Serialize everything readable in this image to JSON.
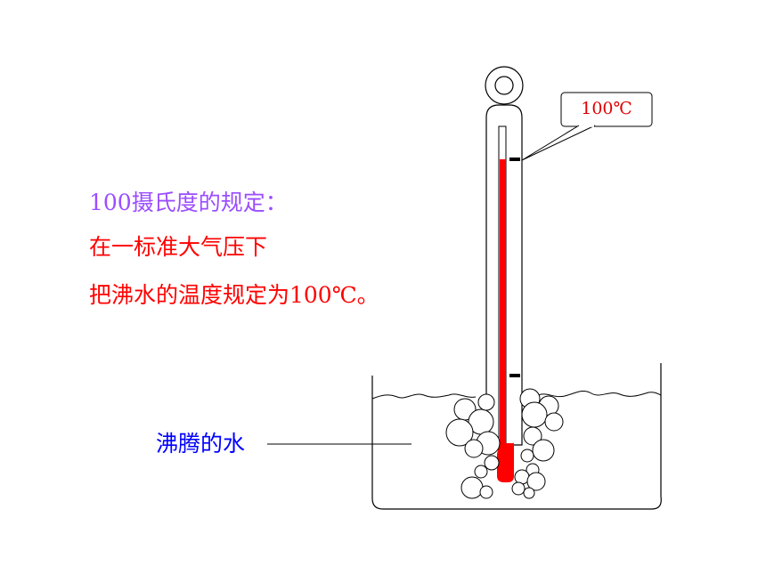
{
  "definition": {
    "heading": "100摄氏度的规定：",
    "line1": "在一标准大气压下",
    "line2": "把沸水的温度规定为100℃。"
  },
  "callout": {
    "label": "100℃"
  },
  "water": {
    "label": "沸腾的水"
  },
  "colors": {
    "heading": "#9b4dff",
    "definition_text": "#ff0000",
    "water_label": "#0000ff",
    "mercury": "#ff0000",
    "callout_text": "#e00000"
  }
}
